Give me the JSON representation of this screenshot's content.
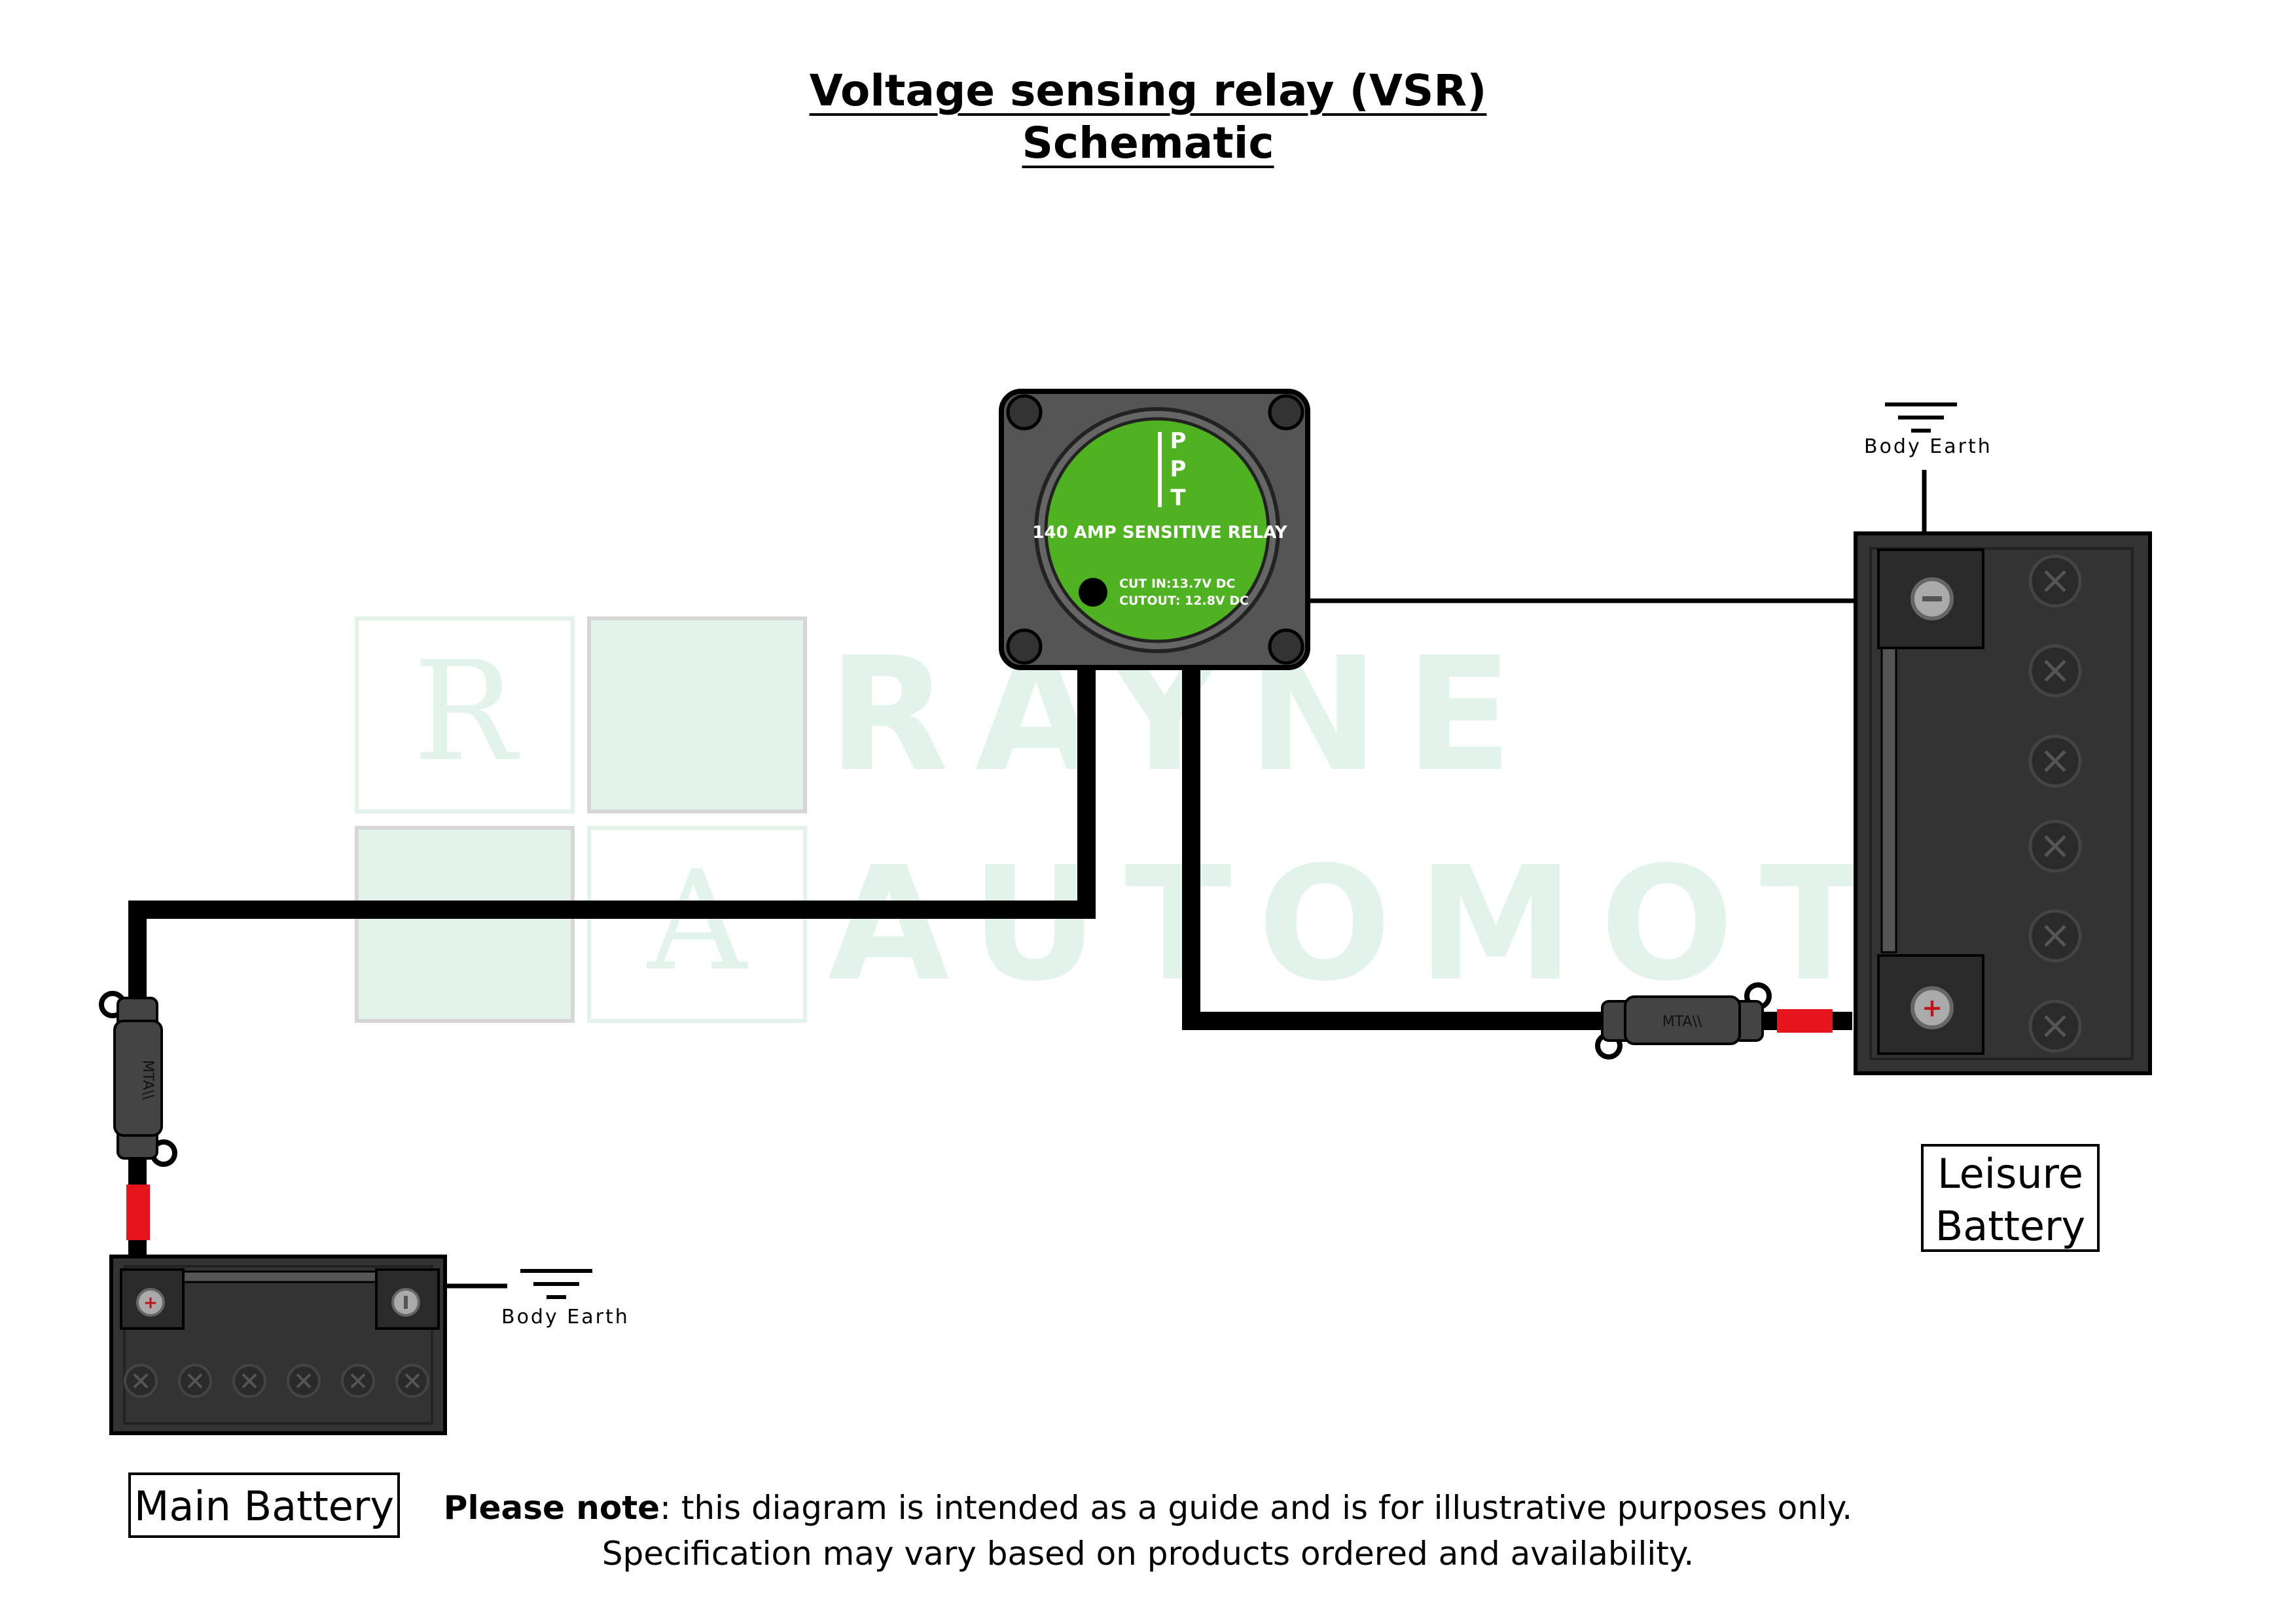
{
  "title": {
    "line1": "Voltage sensing relay (VSR)",
    "line2": "Schematic"
  },
  "watermark": {
    "logo_letters": [
      "R",
      "A"
    ],
    "line1": "RAYNE",
    "line2": "AUTOMOTIV"
  },
  "relay": {
    "brand_letters": [
      "P",
      "P",
      "T"
    ],
    "name": "140 AMP SENSITIVE RELAY",
    "cut_in": "CUT IN:13.7V DC",
    "cut_out": "CUTOUT: 12.8V DC"
  },
  "fuse_label": "MTA\\\\",
  "batteries": {
    "main": {
      "label": "Main Battery"
    },
    "leisure": {
      "label_line1": "Leisure",
      "label_line2": "Battery"
    }
  },
  "earth_label": "Body Earth",
  "note": {
    "bold": "Please note",
    "rest": ": this diagram is intended as a guide and is for illustrative purposes only.",
    "line2": "Specification may vary based on products ordered and availability."
  },
  "colors": {
    "relay_green": "#4fb321",
    "relay_body": "#555555",
    "battery_body": "#333333",
    "wire": "#000000",
    "positive_sleeve": "#e8141c",
    "watermark": "#cfeedd"
  }
}
